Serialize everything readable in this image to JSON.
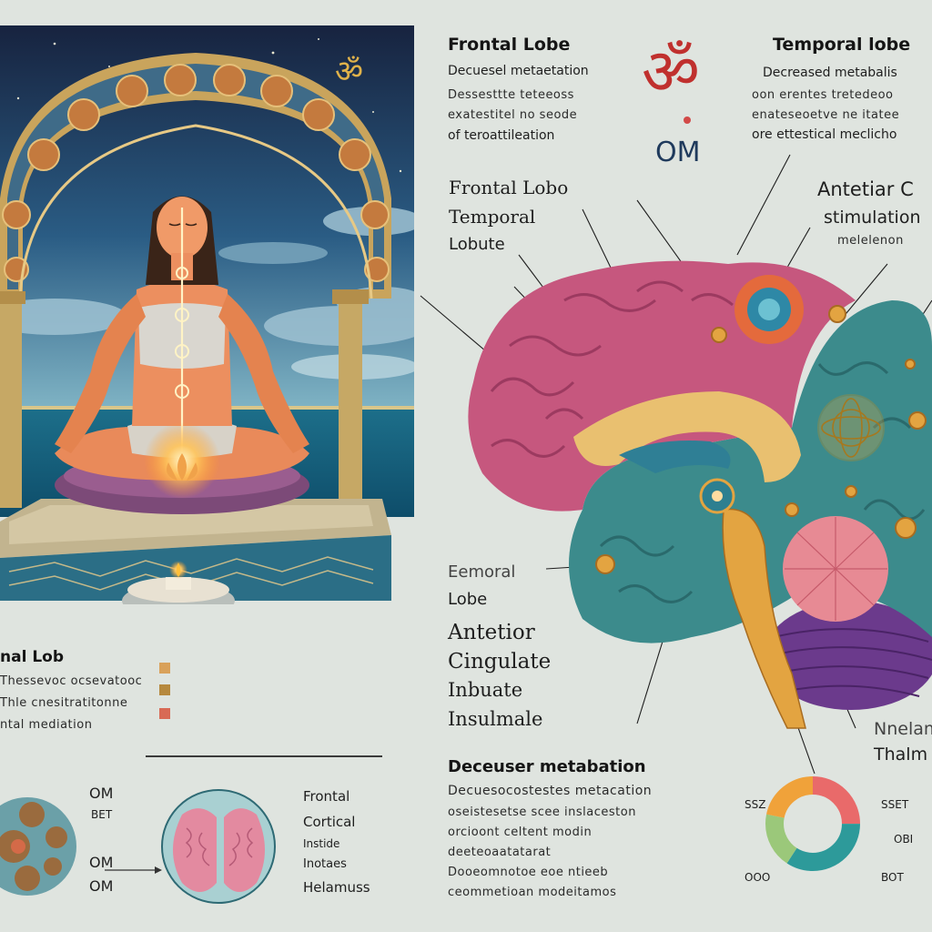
{
  "scene": {
    "om_symbol": "ॐ"
  },
  "left_panel": {
    "label_title": "nal Lob",
    "label_lines": [
      "Thessevoc ocsevatooc",
      "Thle cnesitratitonne",
      "ntal mediation"
    ],
    "swatch_colors": [
      "#d9a15a",
      "#b6893e",
      "#d86a55"
    ]
  },
  "bottom_left": {
    "om_labels": [
      "OM",
      "BET",
      "OM",
      "OM"
    ],
    "brain_labels": [
      "Frontal",
      "Cortical",
      "Instide",
      "Inotaes",
      "Helamuss"
    ]
  },
  "top_labels": {
    "frontal": {
      "title": "Frontal Lobe",
      "lines": [
        "Decuesel metaetation",
        "Dessesttte teteeoss",
        "exatestitel no seode",
        "of teroattileation"
      ]
    },
    "om": {
      "symbol": "ॐ",
      "label": "OM"
    },
    "temporal": {
      "title": "Temporal lobe",
      "lines": [
        "Decreased metabalis",
        "oon erentes tretedeoo",
        "enateseoetve ne itatee",
        "ore ettestical meclicho"
      ]
    }
  },
  "mid_labels": {
    "frontal_lobe": "Frontal Lobo",
    "temporal": "Temporal",
    "lobute": "Lobute",
    "anterior": "Antetiar C",
    "stimulation": "stimulation",
    "stimulation_sub": "melelenon"
  },
  "lower_labels": {
    "temporal": "Eemoral",
    "lobe": "Lobe",
    "anterior": "Antetior",
    "cingulate": "Cingulate",
    "inbulate": "Inbuate",
    "insulmale": "Insulmale",
    "thalamus_top": "Nnelam",
    "thalamus": "Thalm"
  },
  "bottom_right": {
    "title": "Deceuser metabation",
    "lines": [
      "Decuesocostestes metacation",
      "oseistesetse scee inslaceston",
      "orcioont celtent modin",
      "deeteoaatatarat",
      "Dooeomnotoe eoe ntieeb",
      "ceommetioan modeitamos"
    ],
    "chart_left_labels": [
      "SSZ",
      "OOO"
    ],
    "chart_right_labels": [
      "SSET",
      "OBI",
      "BOT"
    ]
  },
  "colors": {
    "background": "#dfe4df",
    "brain_pink": "#c6577e",
    "brain_teal": "#3c8b8c",
    "brain_purple": "#6b3a8c",
    "cerebellum_pink": "#e78a94",
    "corpus_gold": "#e9c070",
    "om_red": "#c0302e"
  }
}
